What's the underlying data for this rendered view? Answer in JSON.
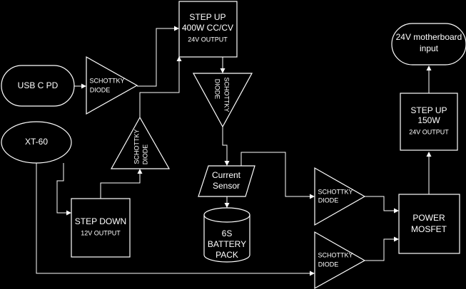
{
  "nodes": {
    "usb_c_pd": "USB C PD",
    "xt60": "XT-60",
    "schottky_usb": [
      "SCHOTTKY",
      "DIODE"
    ],
    "step_up_400": {
      "line1": "STEP UP",
      "line2": "400W CC/CV",
      "line3": "24V OUTPUT"
    },
    "schottky_top_right": [
      "SCHOTTKY",
      "DIODE"
    ],
    "schottky_vertical": [
      "SCHOTTKY",
      "DIODE"
    ],
    "step_down": {
      "line1": "STEP DOWN",
      "line2": "12V OUTPUT"
    },
    "current_sensor": [
      "Current",
      "Sensor"
    ],
    "battery_pack": [
      "6S",
      "BATTERY",
      "PACK"
    ],
    "schottky_mid": [
      "SCHOTTKY",
      "DIODE"
    ],
    "schottky_bottom": [
      "SCHOTTKY",
      "DIODE"
    ],
    "power_mosfet": [
      "POWER",
      "MOSFET"
    ],
    "step_up_150": {
      "line1": "STEP UP",
      "line2": "150W",
      "line3": "24V OUTPUT"
    },
    "motherboard": [
      "24V motherboard",
      "input"
    ]
  },
  "colors": {
    "background": "#000000",
    "stroke": "#ffffff",
    "text": "#ffffff"
  }
}
